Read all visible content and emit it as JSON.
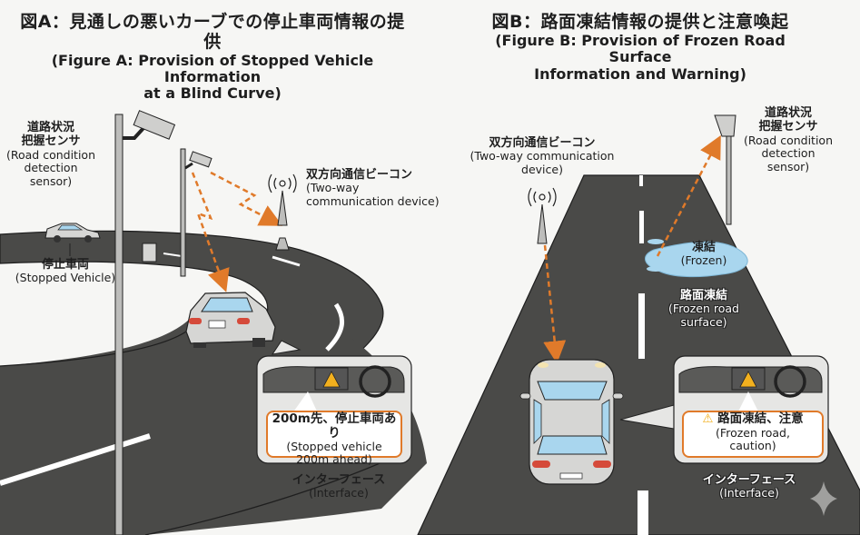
{
  "figure_a": {
    "title_jp": "図A：見通しの悪いカーブでの停止車両情報の提供",
    "title_en_line1": "(Figure A: Provision of Stopped Vehicle Information",
    "title_en_line2": "at a Blind Curve)",
    "sensor_label_jp_line1": "道路状況",
    "sensor_label_jp_line2": "把握センサ",
    "sensor_label_en_line1": "(Road condition",
    "sensor_label_en_line2": "detection",
    "sensor_label_en_line3": "sensor)",
    "stopped_vehicle_jp": "停止車両",
    "stopped_vehicle_en": "(Stopped Vehicle)",
    "beacon_jp": "双方向通信ビーコン",
    "beacon_en_line1": "(Two-way",
    "beacon_en_line2": "communication device)",
    "message_jp": "200m先、停止車両あり",
    "message_en_line1": "(Stopped vehicle",
    "message_en_line2": "200m ahead)",
    "interface_jp": "インターフェース",
    "interface_en": "(Interface)"
  },
  "figure_b": {
    "title_jp": "図B：路面凍結情報の提供と注意喚起",
    "title_en_line1": "(Figure B: Provision of Frozen Road Surface",
    "title_en_line2": "Information and Warning)",
    "beacon_jp": "双方向通信ビーコン",
    "beacon_en_line1": "(Two-way communication",
    "beacon_en_line2": "device)",
    "sensor_label_jp_line1": "道路状況",
    "sensor_label_jp_line2": "把握センサ",
    "sensor_label_en_line1": "(Road condition",
    "sensor_label_en_line2": "detection",
    "sensor_label_en_line3": "sensor)",
    "frozen_jp": "凍結",
    "frozen_en": "(Frozen)",
    "frozen_surface_jp": "路面凍結",
    "frozen_surface_en_line1": "(Frozen road",
    "frozen_surface_en_line2": "surface)",
    "message_jp": "路面凍結、注意",
    "message_en_line1": "(Frozen road,",
    "message_en_line2": "caution)",
    "interface_jp": "インターフェース",
    "interface_en": "(Interface)"
  },
  "colors": {
    "road": "#4a4a48",
    "signal_arrow": "#e07a2a",
    "warning": "#f2b01e",
    "ice": "#a9d6ee",
    "car_body": "#d6d6d4"
  },
  "icons": [
    "camera-sensor-icon",
    "antenna-beacon-icon",
    "warning-triangle-icon",
    "steering-wheel-icon",
    "sparkle-icon"
  ]
}
